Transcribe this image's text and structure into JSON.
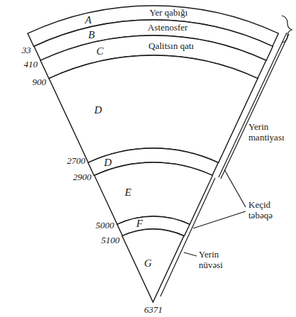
{
  "diagram": {
    "nodes": [
      {
        "text": [
          "A",
          "Yer qabığı"
        ]
      },
      {
        "text": [
          "B",
          "Astenosfer"
        ]
      },
      {
        "text": [
          "C",
          "Qalitsın qatı"
        ]
      },
      {
        "text": [
          "D"
        ]
      },
      {
        "text": [
          "D"
        ]
      },
      {
        "text": [
          "E"
        ]
      },
      {
        "text": [
          "F"
        ]
      },
      {
        "text": [
          "G"
        ]
      }
    ],
    "labels": [
      "33",
      "410",
      "900",
      "2700",
      "2900",
      "5000",
      "5100",
      "6371",
      "Yerin mantiyası",
      "Keçid təbəqə",
      "Yerin nüvəsi"
    ]
  }
}
